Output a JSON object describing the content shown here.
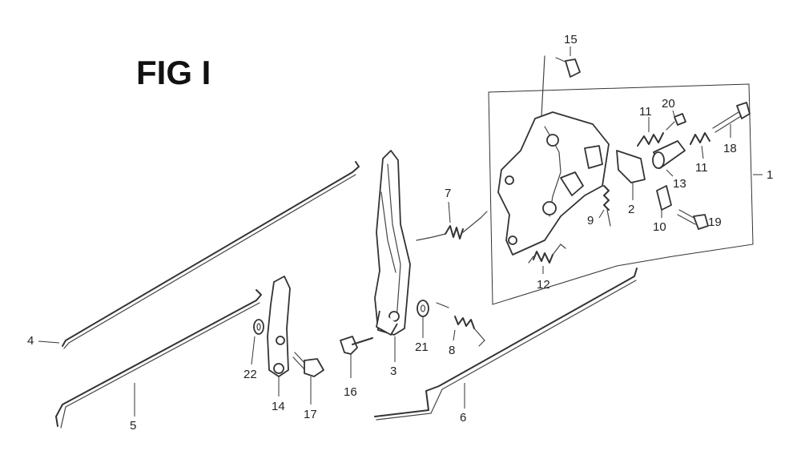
{
  "title": "FIG I",
  "callouts": {
    "c1": "1",
    "c2": "2",
    "c3": "3",
    "c4": "4",
    "c5": "5",
    "c6": "6",
    "c7": "7",
    "c8": "8",
    "c9": "9",
    "c10": "10",
    "c11a": "11",
    "c11b": "11",
    "c12": "12",
    "c13": "13",
    "c14": "14",
    "c15": "15",
    "c16": "16",
    "c17": "17",
    "c18": "18",
    "c19": "19",
    "c20": "20",
    "c21": "21",
    "c22": "22"
  }
}
